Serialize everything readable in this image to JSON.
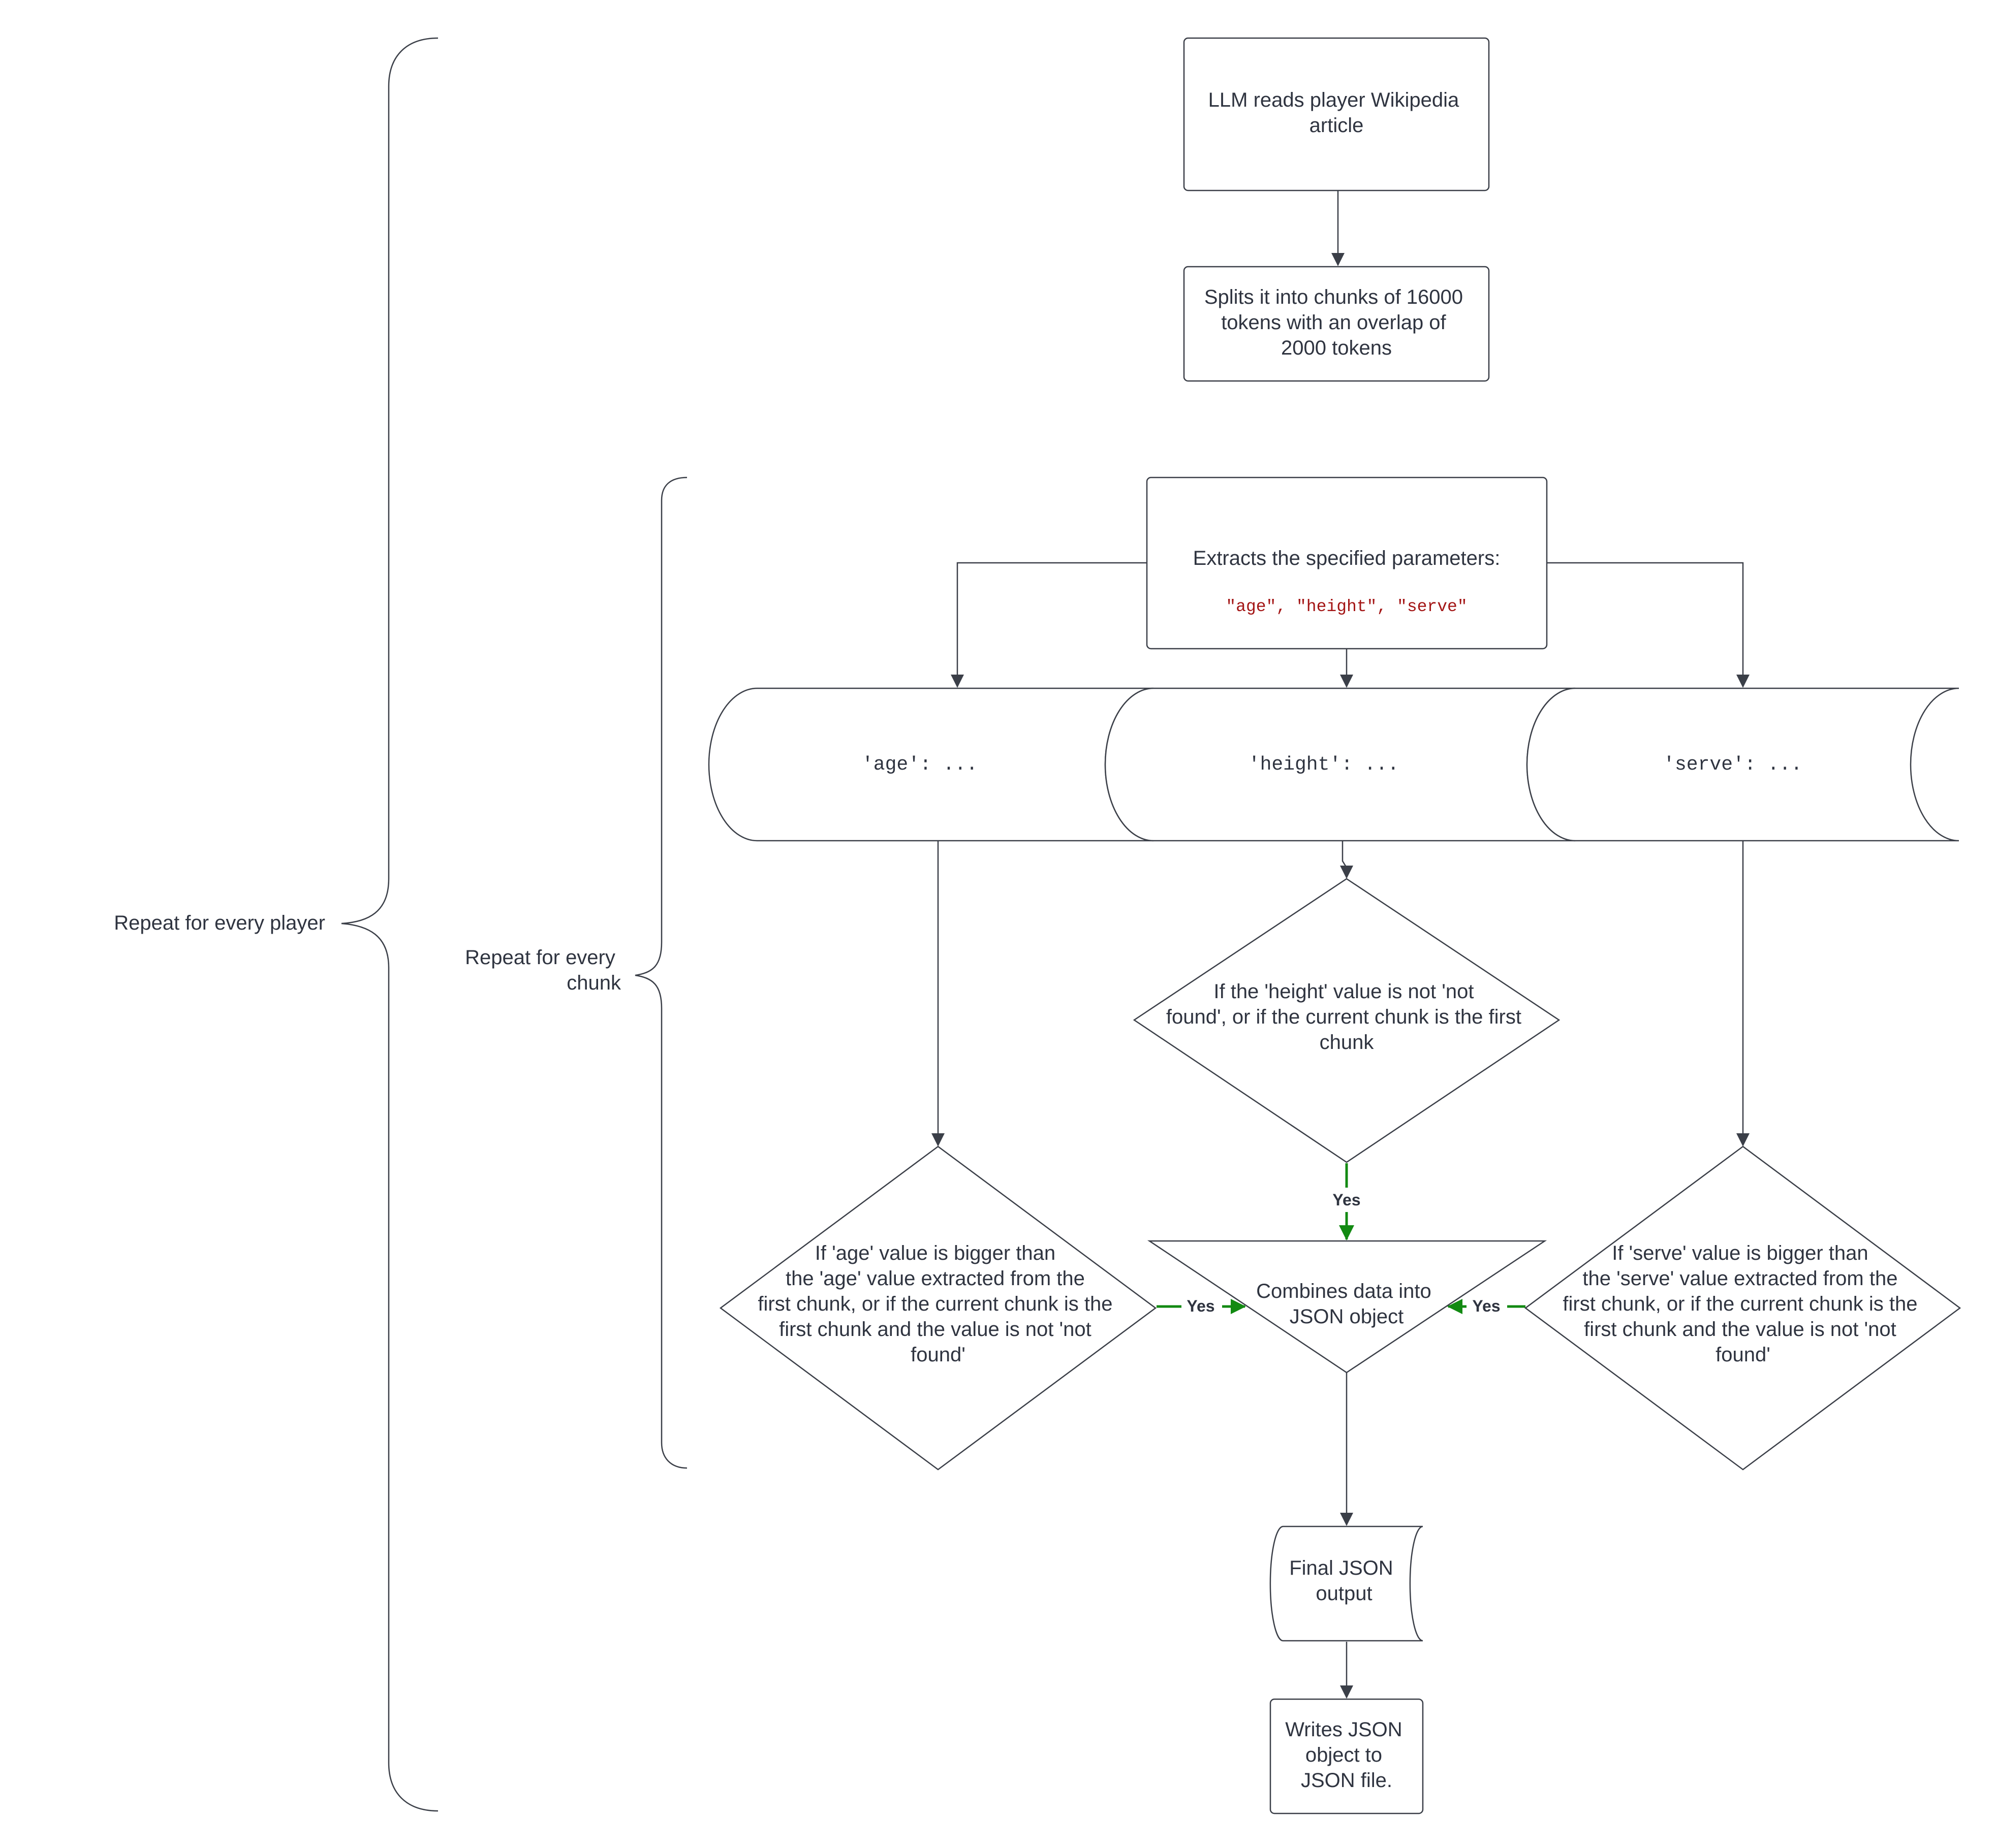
{
  "diagram": {
    "nodes": {
      "read_article": {
        "lines": [
          "LLM reads player Wikipedia",
          "article"
        ]
      },
      "split_chunks": {
        "lines": [
          "Splits it into chunks of 16000",
          "tokens with an overlap of",
          "2000 tokens"
        ]
      },
      "extract_params": {
        "lines": [
          "Extracts the specified parameters:"
        ],
        "code": "\"age\", \"height\", \"serve\""
      },
      "store_age": {
        "label": "'age': ..."
      },
      "store_height": {
        "label": "'height': ..."
      },
      "store_serve": {
        "label": "'serve': ..."
      },
      "height_decision": {
        "lines": [
          "If the 'height' value is not 'not",
          "found', or if the current chunk is the first",
          "chunk"
        ]
      },
      "age_decision": {
        "lines": [
          "If 'age' value is bigger than",
          "the 'age' value extracted from the",
          "first chunk, or if the current chunk is the",
          "first chunk and the value is not 'not",
          "found'"
        ]
      },
      "serve_decision": {
        "lines": [
          "If 'serve' value is bigger than",
          "the 'serve' value extracted from the",
          "first chunk, or if the current chunk is the",
          "first chunk and the value is not 'not",
          "found'"
        ]
      },
      "combine_json": {
        "lines": [
          "Combines data into",
          "JSON object"
        ]
      },
      "final_output": {
        "lines": [
          "Final JSON",
          "output"
        ]
      },
      "write_file": {
        "lines": [
          "Writes JSON",
          "object to",
          "JSON file."
        ]
      }
    },
    "edge_labels": {
      "height_yes": "Yes",
      "age_yes": "Yes",
      "serve_yes": "Yes"
    },
    "braces": {
      "every_player": {
        "lines": [
          "Repeat for every player"
        ]
      },
      "every_chunk": {
        "lines": [
          "Repeat for every",
          "chunk"
        ]
      }
    },
    "colors": {
      "stroke": "#3b3f48",
      "text": "#2f3440",
      "yes_edge": "#128a12",
      "code_text": "#a31515"
    }
  }
}
